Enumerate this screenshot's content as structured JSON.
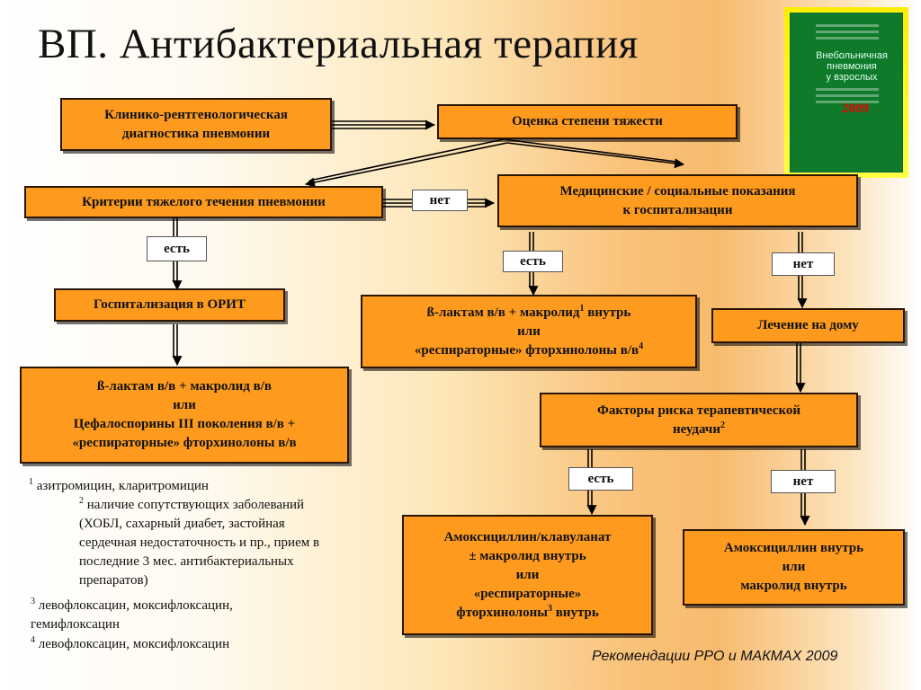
{
  "title": "ВП. Антибактериальная терапия",
  "book": {
    "title_lines": [
      "Внебольничная",
      "пневмония",
      "у взрослых"
    ],
    "year": "2009"
  },
  "boxes": {
    "diagnostics": [
      "Клинико-рентгенологическая",
      "диагностика пневмонии"
    ],
    "severity": "Оценка степени тяжести",
    "severe_criteria": "Критерии тяжелого течения пневмонии",
    "hospital_indications": [
      "Медицинские / социальные показания",
      "к госпитализации"
    ],
    "icu": "Госпитализация в ОРИТ",
    "icu_therapy": [
      "ß-лактам в/в + макролид в/в",
      "или",
      "Цефалоспорины III поколения в/в +",
      "«респираторные» фторхинолоны в/в"
    ],
    "hosp_therapy": {
      "line1_pre": "ß-лактам в/в + макролид",
      "line1_sup": "1",
      "line1_post": " внутрь",
      "line2": "или",
      "line3_pre": "«респираторные» фторхинолоны в/в",
      "line3_sup": "4"
    },
    "home": "Лечение на дому",
    "risk": {
      "line1": "Факторы риска терапевтической",
      "line2_pre": "неудачи",
      "line2_sup": "2"
    },
    "amoxiclav": {
      "line1": "Амоксициллин/клавуланат",
      "line2": "±  макролид внутрь",
      "line3": "или",
      "line4": "«респираторные»",
      "line5_pre": "фторхинолоны",
      "line5_sup": "3",
      "line5_post": "  внутрь"
    },
    "amox": [
      "Амоксициллин внутрь",
      "или",
      "макролид внутрь"
    ]
  },
  "labels": {
    "no_1": "нет",
    "yes_1": "есть",
    "yes_2": "есть",
    "no_2": "нет",
    "yes_3": "есть",
    "no_3": "нет"
  },
  "footnotes": {
    "n1_sup": "1",
    "n1": " азитромицин, кларитромицин",
    "n2_sup": "2",
    "n2_lines": [
      " наличие сопутствующих заболеваний",
      "(ХОБЛ,   сахарный диабет,  застойная",
      "сердечная недостаточность и пр., прием в",
      "последние 3 мес. антибактериальных",
      "препаратов)"
    ],
    "n3_sup": "3",
    "n3_lines": [
      "  левофлоксацин, моксифлоксацин,",
      "гемифлоксацин"
    ],
    "n4_sup": "4",
    "n4": " левофлоксацин, моксифлоксацин"
  },
  "credit": "Рекомендации РРО и МАКМАХ 2009"
}
